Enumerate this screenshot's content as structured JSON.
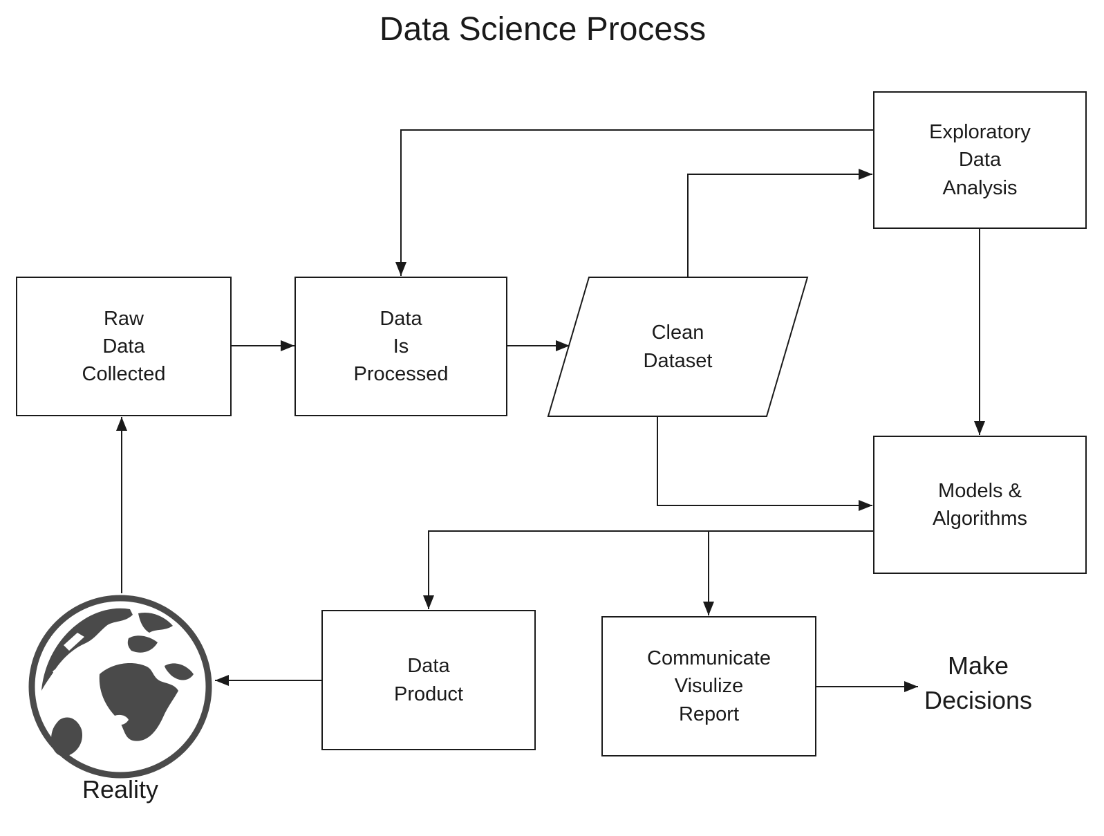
{
  "title": "Data Science Process",
  "colors": {
    "line": "#1a1a1a",
    "text": "#1a1a1a",
    "globe": "#4a4a4a",
    "background": "#ffffff"
  },
  "nodes": {
    "raw_data_collected": {
      "label": "Raw\nData\nCollected",
      "shape": "rectangle"
    },
    "data_is_processed": {
      "label": "Data\nIs\nProcessed",
      "shape": "rectangle"
    },
    "clean_dataset": {
      "label": "Clean\nDataset",
      "shape": "parallelogram"
    },
    "exploratory_data_analysis": {
      "label": "Exploratory\nData\nAnalysis",
      "shape": "rectangle"
    },
    "models_algorithms": {
      "label": "Models &\nAlgorithms",
      "shape": "rectangle"
    },
    "data_product": {
      "label": "Data\nProduct",
      "shape": "rectangle"
    },
    "communicate_visulize_report": {
      "label": "Communicate\nVisulize\nReport",
      "shape": "rectangle"
    },
    "make_decisions": {
      "label": "Make\nDecisions",
      "shape": "plain-text"
    },
    "reality": {
      "label": "Reality",
      "shape": "globe-icon"
    }
  },
  "edges": [
    {
      "from": "raw_data_collected",
      "to": "data_is_processed"
    },
    {
      "from": "data_is_processed",
      "to": "clean_dataset"
    },
    {
      "from": "clean_dataset",
      "to": "exploratory_data_analysis"
    },
    {
      "from": "exploratory_data_analysis",
      "to": "data_is_processed"
    },
    {
      "from": "exploratory_data_analysis",
      "to": "models_algorithms"
    },
    {
      "from": "clean_dataset",
      "to": "models_algorithms"
    },
    {
      "from": "models_algorithms",
      "to": "data_product"
    },
    {
      "from": "models_algorithms",
      "to": "communicate_visulize_report"
    },
    {
      "from": "communicate_visulize_report",
      "to": "make_decisions"
    },
    {
      "from": "data_product",
      "to": "reality"
    },
    {
      "from": "reality",
      "to": "raw_data_collected"
    }
  ]
}
